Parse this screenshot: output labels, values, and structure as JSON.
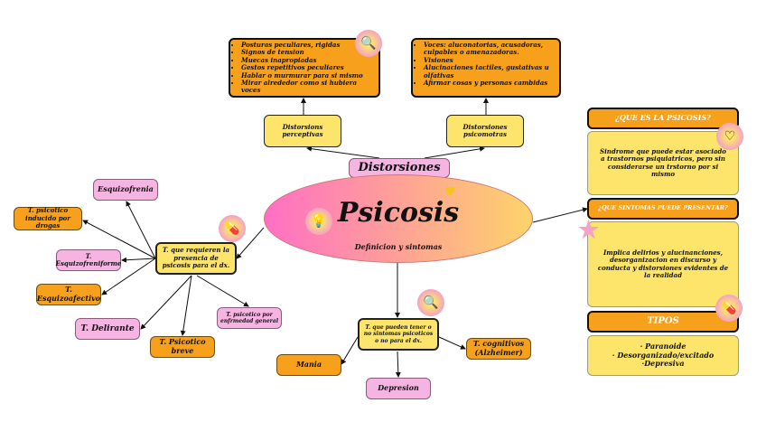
{
  "center": {
    "title": "Psicosis",
    "subtitle": "Definicion y sintomas"
  },
  "distorsiones": {
    "label": "Distorsiones",
    "perceptivas": {
      "label": "Distorsions perceptivas",
      "items": [
        "Posturas peculiares, rigidas",
        "Signos de tension",
        "Muecas inapropiadas",
        "Gestos repetitivos peculiares",
        "Hablar o murmurar para si mismo",
        "Mirar alrededor como si hubiera voces"
      ]
    },
    "psicomotras": {
      "label": "Distorsiones psicomotras",
      "items": [
        "Voces: aluconatorias, acusadoras, culpables o amenazadoras.",
        "Visiones",
        "Alucinaciones tactiles, gustativas u olfativas",
        "Afirmar cosas y personas cambidas"
      ]
    }
  },
  "left_hub": {
    "label": "T. que requieren la presencia de psicosis para el dx.",
    "children": [
      "Esquizofrenia",
      "T. psicotico inducido por drogas",
      "T. Esquizofreniforme",
      "T. Esquizoafectivo",
      "T. Delirante",
      "T. Psicotico breve",
      "T. psicotico por enfrmedad general"
    ]
  },
  "bottom_hub": {
    "label": "T. que pueden tener o no sintomas psicoticos o no para el dx.",
    "children": [
      "Mania",
      "Depresion",
      "T. cognitivos (Alzheimer)"
    ]
  },
  "panel": {
    "q1": "¿QUE ES LA PSICOSIS?",
    "a1": "Sindrome que puede estar asociado a trastornos psiquiatricos, pero sin considerarse un trstorno por si mismo",
    "q2": "¿QUE SINTOMAS PUEDE PRESENTAR?",
    "a2": "Implica delirios y alucinanciones, desorganizacion en discurso y conducta y distorsiones evidentes de la realidad",
    "q3": "TIPOS",
    "tipos": [
      "· Paranoide",
      "· Desorganizado/excitado",
      "·Depresiva"
    ]
  },
  "colors": {
    "pink": "#f6b4e2",
    "orange": "#f7a01c",
    "yellow": "#fde46a",
    "ellipse_left": "#ff6fc4",
    "ellipse_right": "#fdd36a"
  },
  "icons": [
    "magnifier-sticker",
    "heart-sticker",
    "pills-sticker",
    "star-sticker"
  ]
}
